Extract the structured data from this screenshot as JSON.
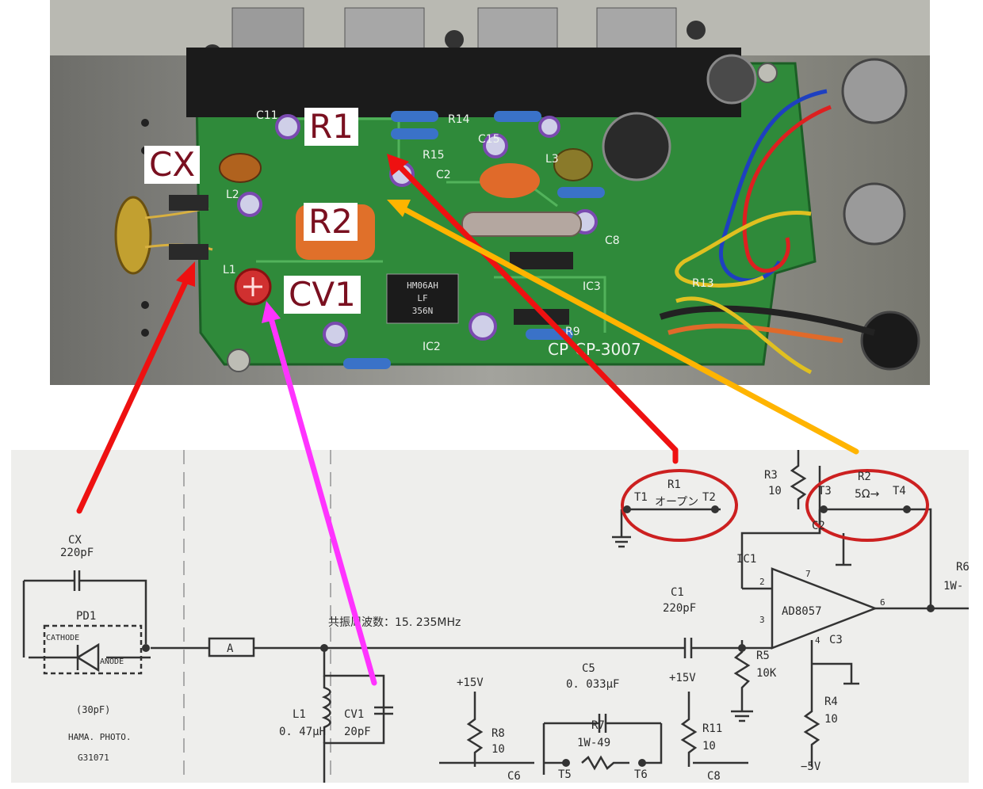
{
  "photo": {
    "labels": {
      "cx": "CX",
      "r1": "R1",
      "r2": "R2",
      "cv1": "CV1"
    },
    "board_text": {
      "r14": "R14",
      "r15": "R15",
      "c2": "C2",
      "c15": "C15",
      "l3": "L3",
      "c8": "C8",
      "ic3": "IC3",
      "ic2": "IC2",
      "r9": "R9",
      "r13": "R13",
      "l1": "L1",
      "l2": "L2",
      "c11": "C11",
      "cp_logo": "CP",
      "model": "CP-3007",
      "chip_line1": "HM06AH",
      "chip_line2": "LF",
      "chip_line3": "356N"
    }
  },
  "schematic": {
    "cx": {
      "name": "CX",
      "value": "220pF"
    },
    "pd1": {
      "name": "PD1",
      "cathode": "CATHODE",
      "anode": "ANODE",
      "capacitance": "(30pF)",
      "maker": "HAMA. PHOTO.",
      "part": "G31071"
    },
    "block_a": "A",
    "resonance": "共振周波数：15. 235MHz",
    "l1": {
      "name": "L1",
      "value": "0. 47μH"
    },
    "cv1": {
      "name": "CV1",
      "value": "20pF"
    },
    "c1": {
      "name": "C1",
      "value": "220pF"
    },
    "r1": {
      "name": "R1",
      "value": "オープン",
      "t1": "T1",
      "t2": "T2"
    },
    "r2": {
      "name": "R2",
      "value": "5Ω→",
      "t3": "T3",
      "t4": "T4"
    },
    "r3": {
      "name": "R3",
      "value": "10"
    },
    "c2": "C2",
    "ic1": {
      "name": "IC1",
      "part": "AD8057",
      "pin2": "2",
      "pin3": "3",
      "pin4": "4",
      "pin6": "6",
      "pin7": "7"
    },
    "r5": {
      "name": "R5",
      "value": "10K"
    },
    "c3": "C3",
    "r4": {
      "name": "R4",
      "value": "10"
    },
    "neg5v": "−5V",
    "plus15v_a": "+15V",
    "plus15v_b": "+15V",
    "r8": {
      "name": "R8",
      "value": "10"
    },
    "c5": {
      "name": "C5",
      "value": "0. 033μF"
    },
    "r7": {
      "name": "R7",
      "value": "1W-49"
    },
    "t5": "T5",
    "t6": "T6",
    "r11": {
      "name": "R11",
      "value": "10"
    },
    "c6": "C6",
    "c8": "C8",
    "r6": {
      "name": "R6",
      "value": "1W-"
    }
  },
  "colors": {
    "arrow_red": "#ee1111",
    "arrow_orange": "#ffb400",
    "arrow_magenta": "#ff33ff",
    "label_text": "#7a1020",
    "circle_red": "#cc2020",
    "pcb_green": "#2f8a3a"
  }
}
